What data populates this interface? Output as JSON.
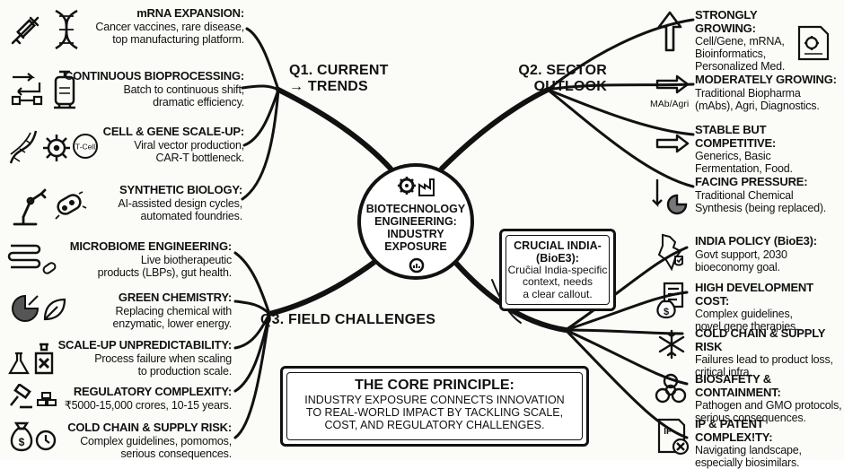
{
  "center": {
    "line1": "BIOTECHNOLOGY",
    "line2": "ENGINEERING:",
    "line3": "INDUSTRY",
    "line4": "EXPOSURE"
  },
  "q1": {
    "line1": "Q1. CURRENT",
    "line2": "→ TRENDS"
  },
  "q2": {
    "line1": "Q2. SECTOR",
    "line2": "OUTLOOK"
  },
  "q3": {
    "label": "Q3. FIELD CHALLENGES"
  },
  "left_top": [
    {
      "title": "mRNA EXPANSION:",
      "lines": [
        "Cancer vaccines, rare disease,",
        "top manufacturing platform."
      ]
    },
    {
      "title": "CONTINUOUS BIOPROCESSING:",
      "lines": [
        "Batch to continuous shift,",
        "dramatic efficiency."
      ]
    },
    {
      "title": "CELL & GENE SCALE-UP:",
      "lines": [
        "Viral vector production,",
        "CAR-T bottleneck."
      ]
    },
    {
      "title": "SYNTHETIC BIOLOGY:",
      "lines": [
        "AI-assisted design cycles,",
        "automated foundries."
      ]
    }
  ],
  "left_bottom": [
    {
      "title": "MICROBIOME ENGINEERING:",
      "lines": [
        "Live biotherapeutic",
        "products (LBPs), gut health."
      ]
    },
    {
      "title": "GREEN CHEMISTRY:",
      "lines": [
        "Replacing chemical with",
        "enzymatic, lower energy."
      ]
    },
    {
      "title": "SCALE-UP UNPREDICTABILITY:",
      "lines": [
        "Process failure when scaling",
        "to production scale."
      ]
    },
    {
      "title": "REGULATORY COMPLEXITY:",
      "lines": [
        "₹5000-15,000 crores, 10-15 years."
      ]
    },
    {
      "title": "COLD CHAIN & SUPPLY RISK:",
      "lines": [
        "Complex guidelines, pomomos,",
        "serious consequences."
      ]
    }
  ],
  "right_top": [
    {
      "title": "STRONGLY GROWING:",
      "lines": [
        "Cell/Gene, mRNA,",
        "Bioinformatics,",
        "Personalized Med."
      ]
    },
    {
      "title": "MODERATELY GROWING:",
      "lines": [
        "Traditional Biopharma",
        "(mAbs), Agri, Diagnostics."
      ]
    },
    {
      "title": "STABLE BUT COMPETITIVE:",
      "lines": [
        "Generics, Basic",
        "Fermentation, Food."
      ]
    },
    {
      "title": "FACING PRESSURE:",
      "lines": [
        "Traditional Chemical",
        "Synthesis (being replaced)."
      ]
    }
  ],
  "right_bottom": [
    {
      "title": "INDIA POLICY (BioE3):",
      "lines": [
        "Govt support, 2030",
        "bioeconomy goal."
      ]
    },
    {
      "title": "HIGH DEVELOPMENT COST:",
      "lines": [
        "Complex guidelines,",
        "novel gene therapies."
      ]
    },
    {
      "title": "COLD CHAIN & SUPPLY RISK",
      "lines": [
        "Failures lead to product loss,",
        "critical infra."
      ]
    },
    {
      "title": "BIOSAFETY & CONTAINMENT:",
      "lines": [
        "Pathogen and GMO protocols,",
        "serious consequences."
      ]
    },
    {
      "title": "IP & PATENT COMPLEX!TY:",
      "lines": [
        "Navigating landscape,",
        "especially biosimilars."
      ]
    }
  ],
  "india_box": {
    "title1": "CRUCIAL INDIA-",
    "title2": "(BioE3):",
    "lines": [
      "Cruĉial India-specific",
      "context, needs",
      "a clear callout."
    ]
  },
  "core": {
    "title": "THE CORE PRINCIPLE:",
    "lines": [
      "INDUSTRY EXPOSURE CONNECTS INNOVATION",
      "TO REAL-WORLD IMPACT BY TACKLING SCALE,",
      "COST, AND REGULATORY CHALLENGES."
    ]
  },
  "icon_labels": {
    "tcell": "T-Cell",
    "mab": "MAb/Agri",
    "ip": "IP"
  },
  "icons": [
    "syringe-icon",
    "dna-icon",
    "process-arrows-icon",
    "bioreactor-icon",
    "dna-strand-icon",
    "virus-icon",
    "tcell-icon",
    "robot-arm-icon",
    "bacteria-icon",
    "intestine-icon",
    "capsule-icon",
    "pie-leaf-icon",
    "leaf-icon",
    "flask-icon",
    "bottle-x-icon",
    "gavel-icon",
    "bricks-icon",
    "money-bag-icon",
    "clock-icon",
    "arrow-up-icon",
    "arrow-right-icon",
    "document-gear-icon",
    "india-map-icon",
    "shield-check-icon",
    "document-dollar-icon",
    "snowflake-icon",
    "biohazard-icon",
    "patent-doc-icon",
    "gear-icon",
    "factory-icon"
  ]
}
